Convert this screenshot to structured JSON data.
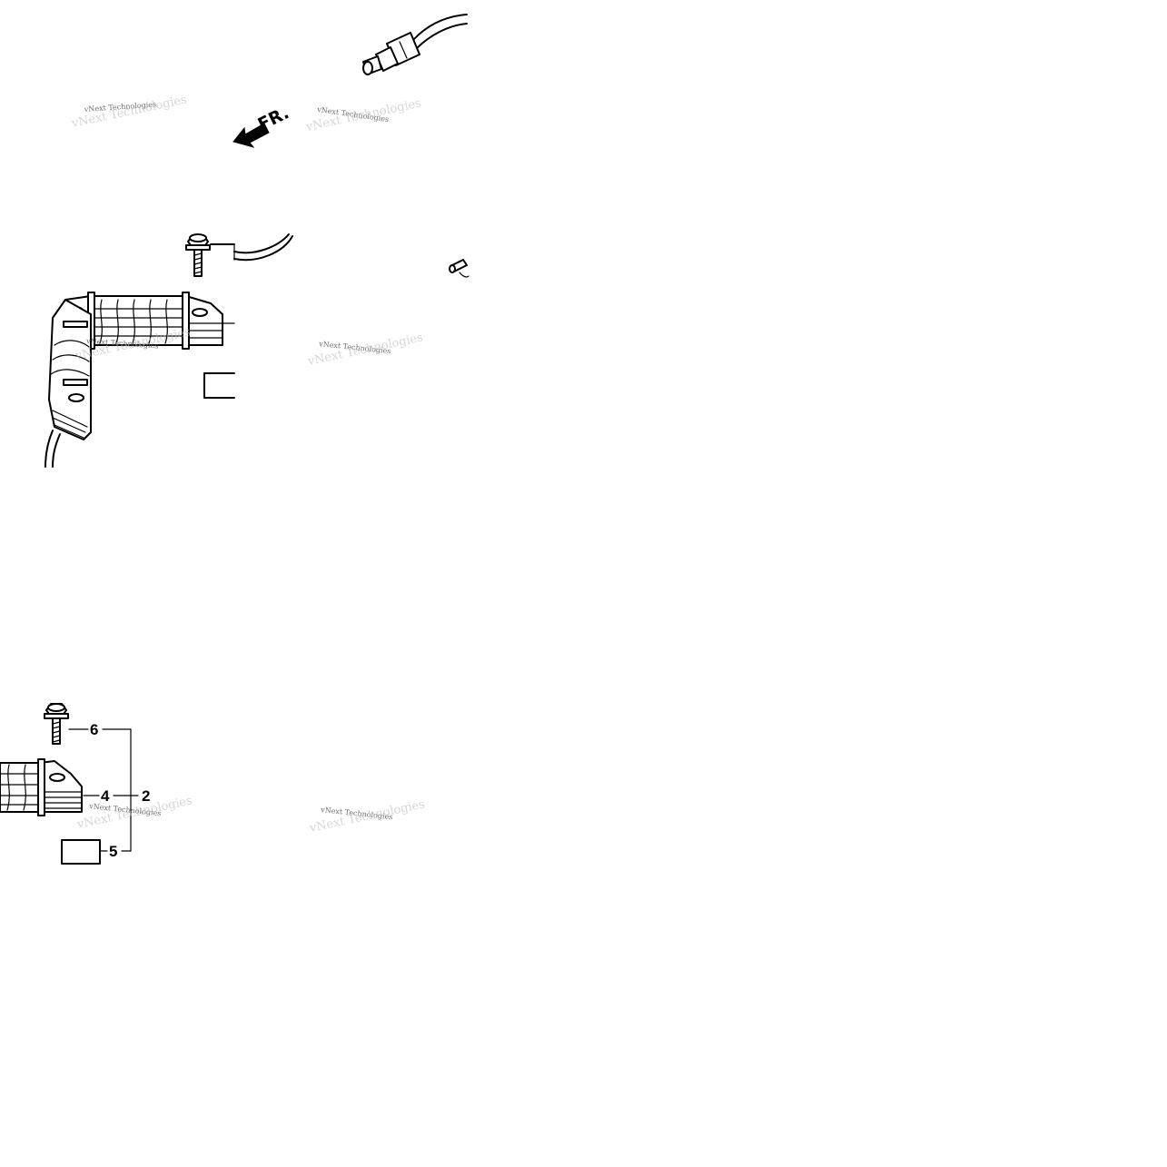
{
  "direction_label": "FR.",
  "callouts": {
    "bolt": "6",
    "coil": "4",
    "assembly": "2",
    "pad": "5"
  },
  "watermark": "vNext Technologies",
  "colors": {
    "ink": "#000000",
    "background": "#ffffff"
  },
  "icons": [
    "front-direction-arrow-icon"
  ]
}
